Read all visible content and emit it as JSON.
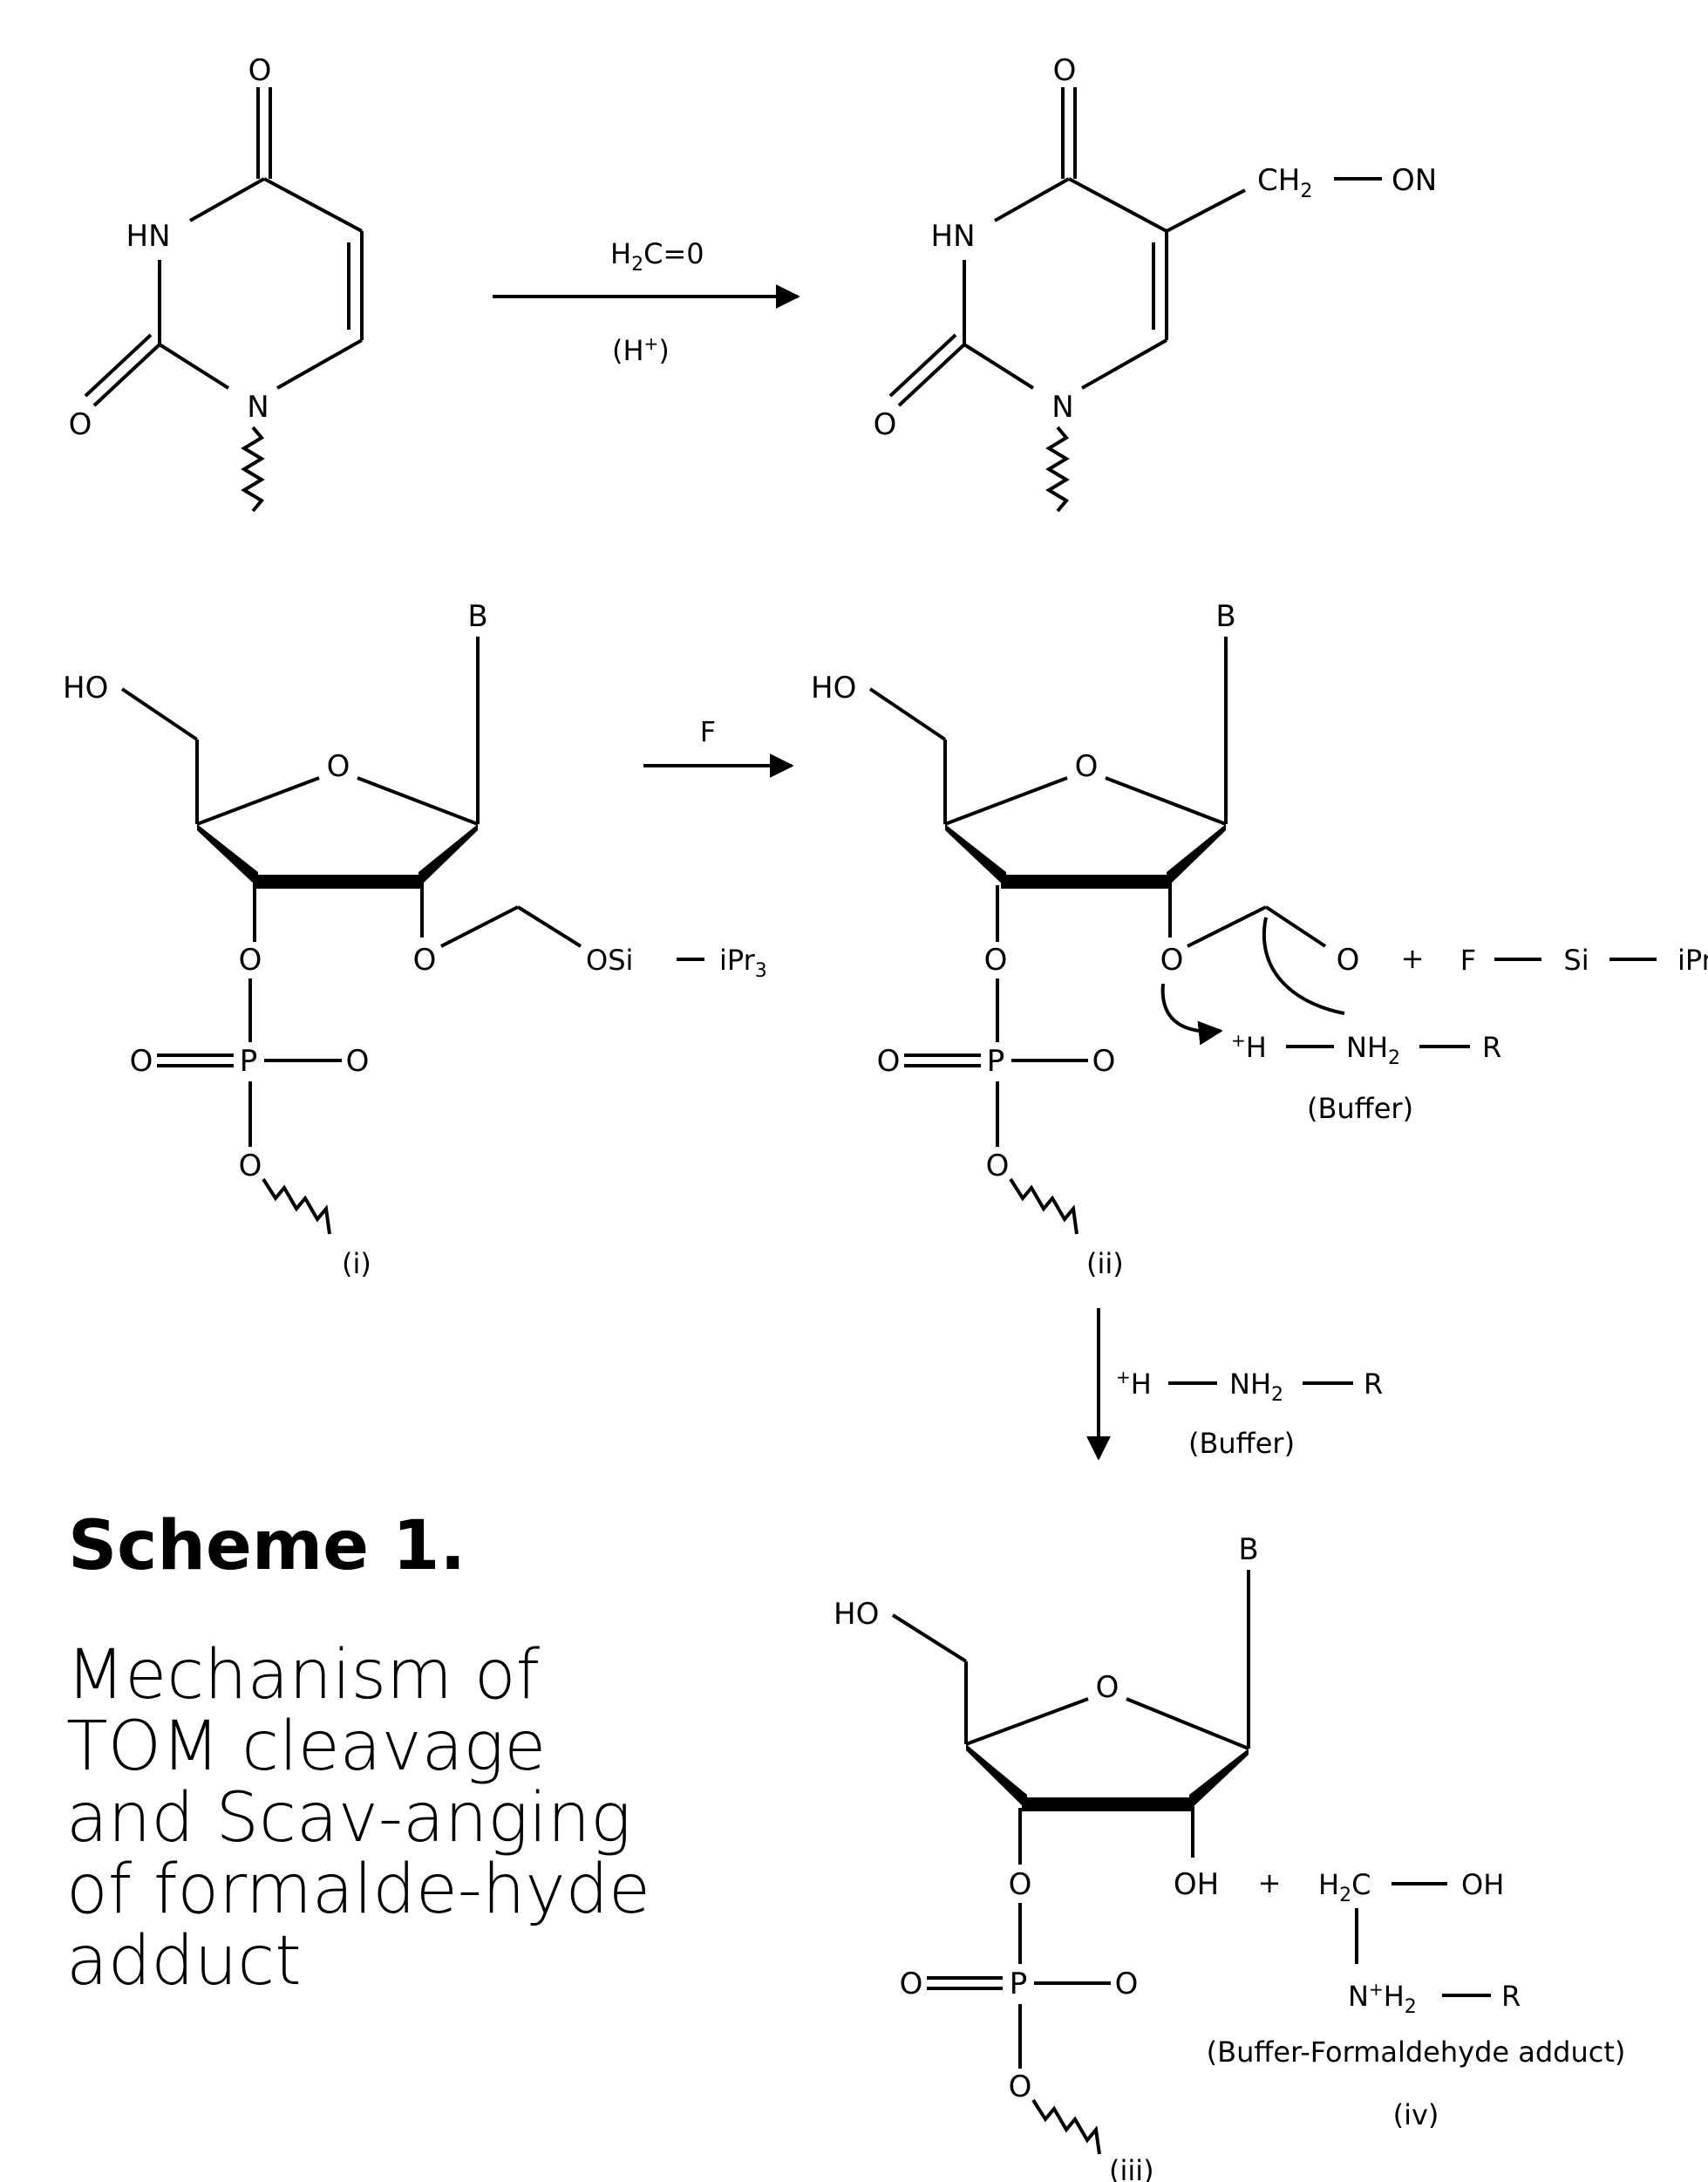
{
  "scheme": {
    "title": "Scheme 1.",
    "caption": "Mechanism of TOM cleavage and Scav-anging of formalde-hyde adduct"
  },
  "reaction1": {
    "reactant": {
      "o_top": "O",
      "hn": "HN",
      "o_left": "O",
      "n": "N"
    },
    "reagent_above": {
      "h": "H",
      "h_sub": "2",
      "rest": "C=0"
    },
    "reagent_below": {
      "open": "(H",
      "plus": "+",
      "close": ")"
    },
    "product": {
      "o_top": "O",
      "hn": "HN",
      "o_left": "O",
      "n": "N",
      "ch": "CH",
      "ch_sub": "2",
      "on": "ON"
    }
  },
  "structure_i": {
    "b": "B",
    "ho": "HO",
    "ring_o": "O",
    "o3": "O",
    "o2": "O",
    "osi": "OSi",
    "ipr": "iPr",
    "ipr_sub": "3",
    "p_o_left": "O",
    "p": "P",
    "p_o_right": "O",
    "o_bottom": "O",
    "label": "(i)"
  },
  "arrow2": {
    "label": "F"
  },
  "structure_ii": {
    "b": "B",
    "ho": "HO",
    "ring_o": "O",
    "o3": "O",
    "o2": "O",
    "o_leaving": "O",
    "plus": "+",
    "f": "F",
    "si": "Si",
    "ipr": "iPr",
    "plus_h": "+",
    "h": "H",
    "nh": "NH",
    "nh_sub": "2",
    "r": "R",
    "buffer": "(Buffer)",
    "p_o_left": "O",
    "p": "P",
    "p_o_right": "O",
    "o_bottom": "O",
    "label": "(ii)"
  },
  "arrow3": {
    "plus_h": "+",
    "h": "H",
    "nh": "NH",
    "nh_sub": "2",
    "r": "R",
    "buffer": "(Buffer)"
  },
  "structure_iii": {
    "b": "B",
    "ho": "HO",
    "ring_o": "O",
    "o3": "O",
    "oh": "OH",
    "plus": "+",
    "p_o_left": "O",
    "p": "P",
    "p_o_right": "O",
    "o_bottom": "O",
    "label": "(iii)"
  },
  "adduct_iv": {
    "h": "H",
    "h_sub": "2",
    "c": "C",
    "oh": "OH",
    "n": "N",
    "n_sup": "+",
    "h2": "H",
    "h2_sub": "2",
    "r": "R",
    "name": "(Buffer-Formaldehyde adduct)",
    "label": "(iv)"
  }
}
